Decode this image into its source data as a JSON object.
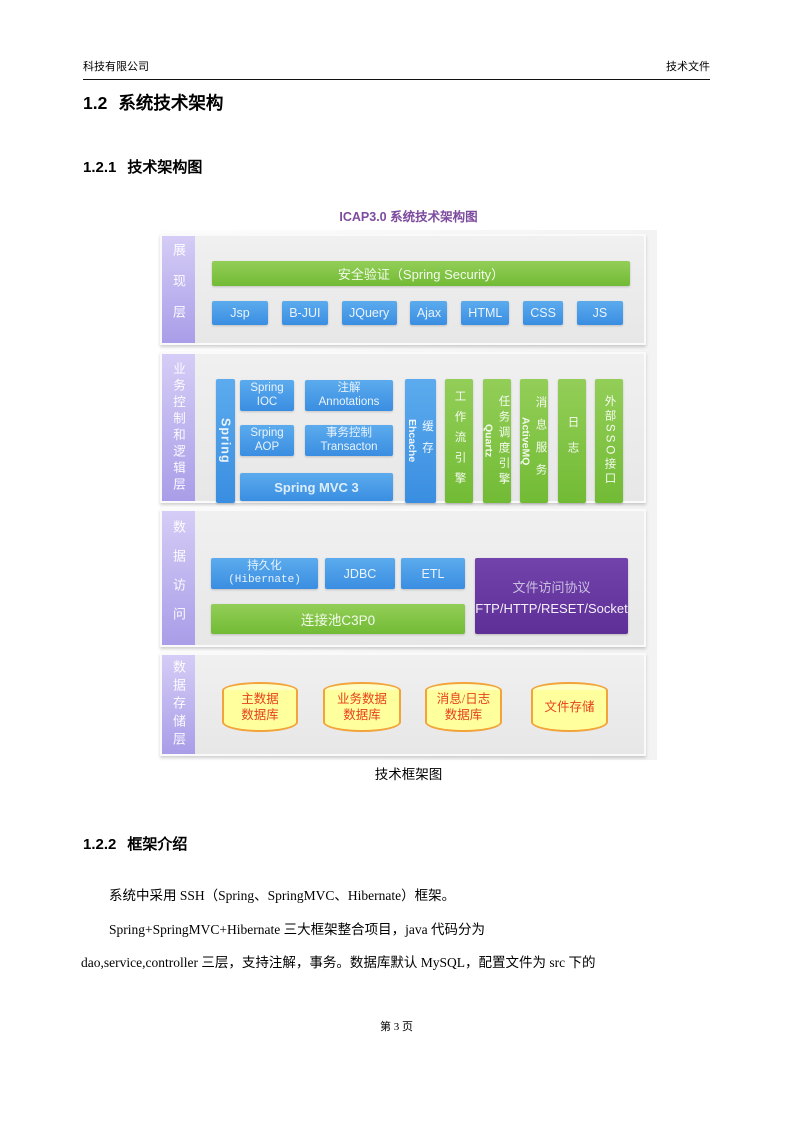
{
  "header": {
    "left": "科技有限公司",
    "right": "技术文件"
  },
  "headings": {
    "h1_num": "1.2",
    "h1_text": "系统技术架构",
    "h21_num": "1.2.1",
    "h21_text": "技术架构图",
    "h22_num": "1.2.2",
    "h22_text": "框架介绍"
  },
  "diagram": {
    "title": "ICAP3.0 系统技术架构图",
    "caption": "技术框架图",
    "colors": {
      "green": "#7CC142",
      "blue": "#4497E8",
      "purple_box": "#6B3AA0",
      "layer_label_purple": "#AB9FE8",
      "title_purple": "#7D4B9E",
      "cylinder_fill": "#FFFF9E",
      "cylinder_border": "#F2A33A",
      "cylinder_text": "#E8401C"
    },
    "layer1": {
      "label": "展现层",
      "security_bar": "安全验证（Spring Security）",
      "buttons": [
        "Jsp",
        "B-JUI",
        "JQuery",
        "Ajax",
        "HTML",
        "CSS",
        "JS"
      ]
    },
    "layer2": {
      "label": "业务控制和逻辑层",
      "spring": "Spring",
      "ioc": {
        "l1": "Spring",
        "l2": "IOC"
      },
      "annotations": {
        "l1": "注解",
        "l2": "Annotations"
      },
      "aop": {
        "l1": "Srping",
        "l2": "AOP"
      },
      "transaction": {
        "l1": "事务控制",
        "l2": "Transacton"
      },
      "mvc": "Spring MVC 3",
      "ehcache": {
        "cn": "缓存",
        "en": "Ehcache"
      },
      "bars": [
        {
          "cn": "工作流引擎",
          "en": ""
        },
        {
          "cn": "任务调度引擎",
          "en": "Quartz"
        },
        {
          "cn": "消息服务",
          "en": "ActiveMQ"
        },
        {
          "cn": "日志",
          "en": ""
        },
        {
          "cn": "外部SSO接口",
          "en": ""
        }
      ]
    },
    "layer3": {
      "label": "数据访问",
      "hibernate": {
        "l1": "持久化",
        "l2": "(Hibernate)"
      },
      "jdbc": "JDBC",
      "etl": "ETL",
      "pool": "连接池C3P0",
      "file_protocol": {
        "l1": "文件访问协议",
        "l2": "FTP/HTTP/RESET/Socket"
      }
    },
    "layer4": {
      "label": "数据存储层",
      "cylinders": [
        {
          "l1": "主数据",
          "l2": "数据库"
        },
        {
          "l1": "业务数据",
          "l2": "数据库"
        },
        {
          "l1": "消息/日志",
          "l2": "数据库"
        },
        {
          "l1": "文件存储",
          "l2": ""
        }
      ]
    }
  },
  "body_text": {
    "p1": "系统中采用 SSH（Spring、SpringMVC、Hibernate）框架。",
    "p2_line1": "Spring+SpringMVC+Hibernate 三大框架整合项目，java 代码分为",
    "p2_line2": "dao,service,controller 三层，支持注解，事务。数据库默认 MySQL，配置文件为 src 下的"
  },
  "footer": {
    "page_number": "第 3 页"
  }
}
